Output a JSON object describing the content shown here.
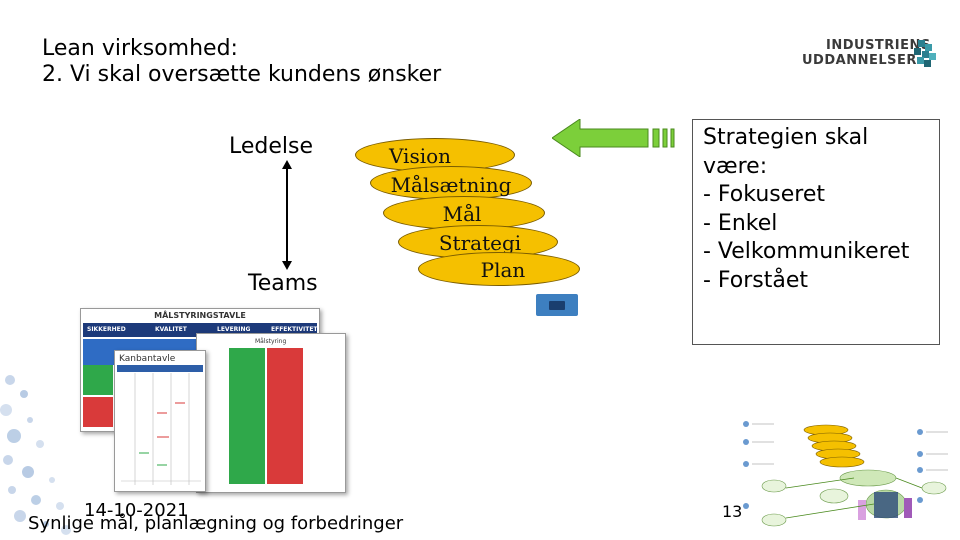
{
  "slide": {
    "title_line1": "Lean virksomhed:",
    "title_line2": "2. Vi skal oversætte kundens ønsker",
    "logo_line1": "INDUSTRIENS",
    "logo_line2": "UDDANNELSER",
    "label_top": "Ledelse",
    "label_bottom": "Teams",
    "ellipses": [
      "Vision",
      "Målsætning",
      "Mål",
      "Strategi",
      "Plan"
    ],
    "strategy_box": [
      "Strategien skal",
      "være:",
      "- Fokuseret",
      "- Enkel",
      "- Velkommunikeret",
      "- Forstået"
    ],
    "board_main_title": "MÅLSTYRINGSTAVLE",
    "board_main_headers": [
      "SIKKERHED",
      "KVALITET",
      "LEVERING",
      "EFFEKTIVITET"
    ],
    "board_kanban_title": "Kanbantavle",
    "board_third_title": "Målstyring",
    "date": "14-10-2021",
    "subtitle": "Synlige mål, planlægning og forbedringer",
    "page_number": "13"
  },
  "colors": {
    "ellipse_fill": "#f5c000",
    "arrow_green": "#7ccf3a",
    "board_header": "#1d3a7a",
    "status_blue": "#2f6cc4",
    "status_green": "#2fa84a",
    "status_red": "#d93a3a",
    "logo_teal": "#2a7f8f"
  },
  "icons": {
    "arrow_double_vertical": "double-vertical-arrow-icon",
    "arrow_left_green": "green-left-arrow-icon",
    "logo_mark": "cluster-logo-icon"
  }
}
